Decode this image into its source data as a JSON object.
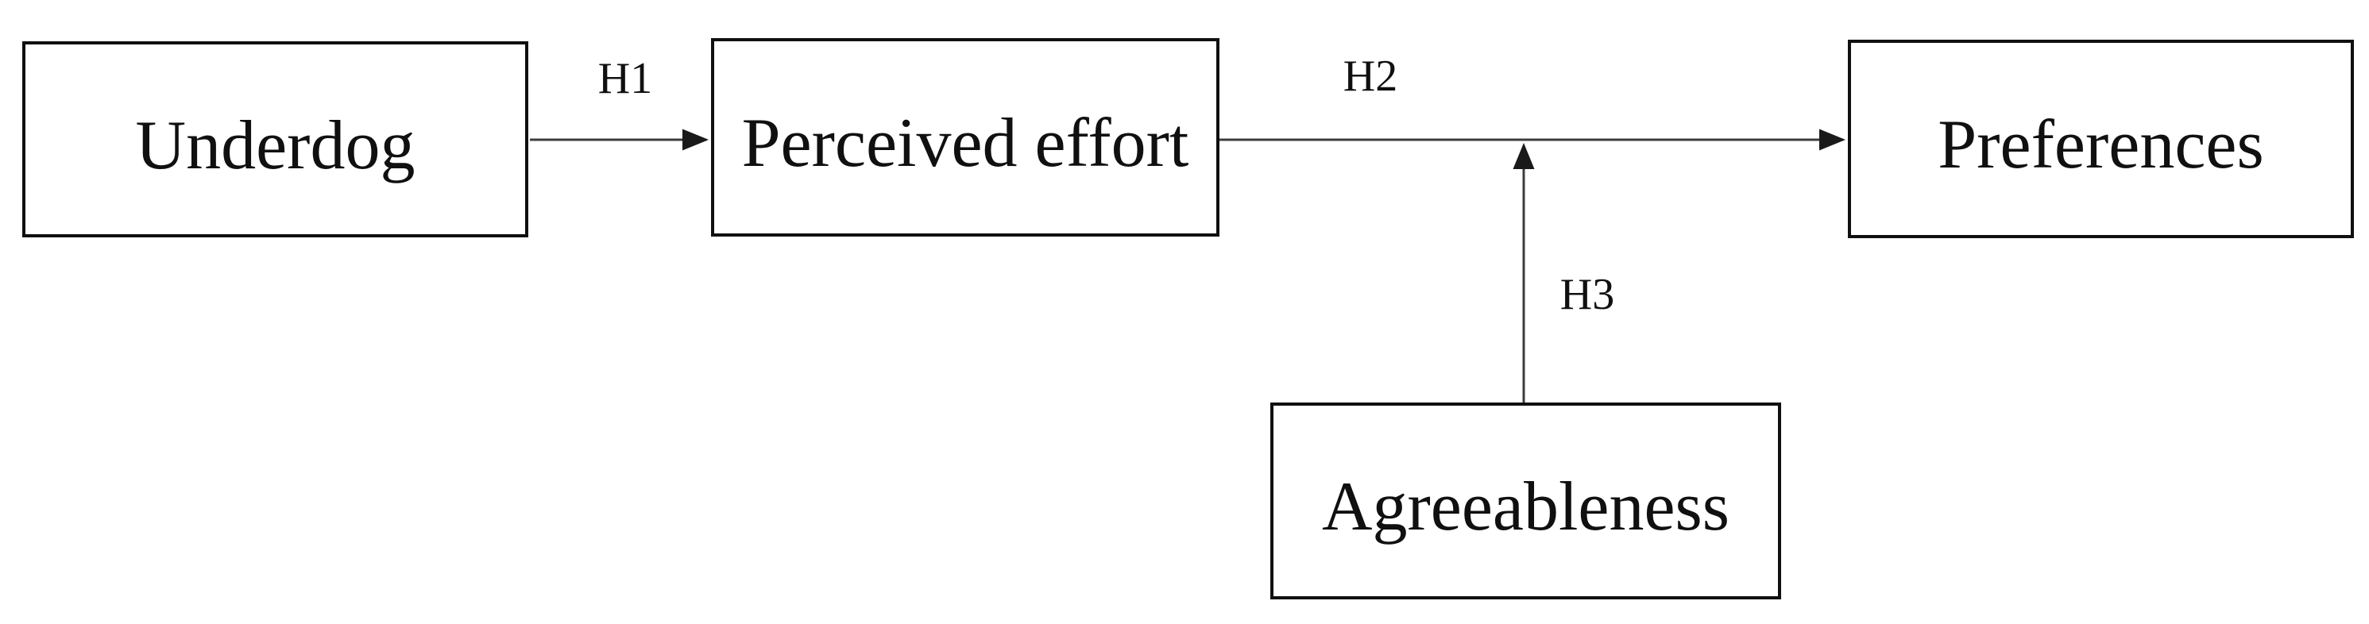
{
  "diagram": {
    "title": "underdog-perceived-effort-preferences-moderation-model",
    "nodes": [
      {
        "id": "underdog",
        "label": "Underdog"
      },
      {
        "id": "perceived-effort",
        "label": "Perceived effort"
      },
      {
        "id": "preferences",
        "label": "Preferences"
      },
      {
        "id": "agreeableness",
        "label": "Agreeableness"
      }
    ],
    "edges": [
      {
        "id": "h1",
        "label": "H1",
        "from": "underdog",
        "to": "perceived-effort",
        "kind": "direct-arrow"
      },
      {
        "id": "h2",
        "label": "H2",
        "from": "perceived-effort",
        "to": "preferences",
        "kind": "direct-arrow"
      },
      {
        "id": "h3",
        "label": "H3",
        "from": "agreeableness",
        "to": "h2-path",
        "kind": "moderation-arrow"
      }
    ],
    "colors": {
      "background": "#ffffff",
      "box_fill": "#ffffff",
      "box_border": "#101010",
      "arrow_line": "#3d3d3d",
      "arrow_head": "#1a1a1a",
      "text": "#101010"
    }
  }
}
